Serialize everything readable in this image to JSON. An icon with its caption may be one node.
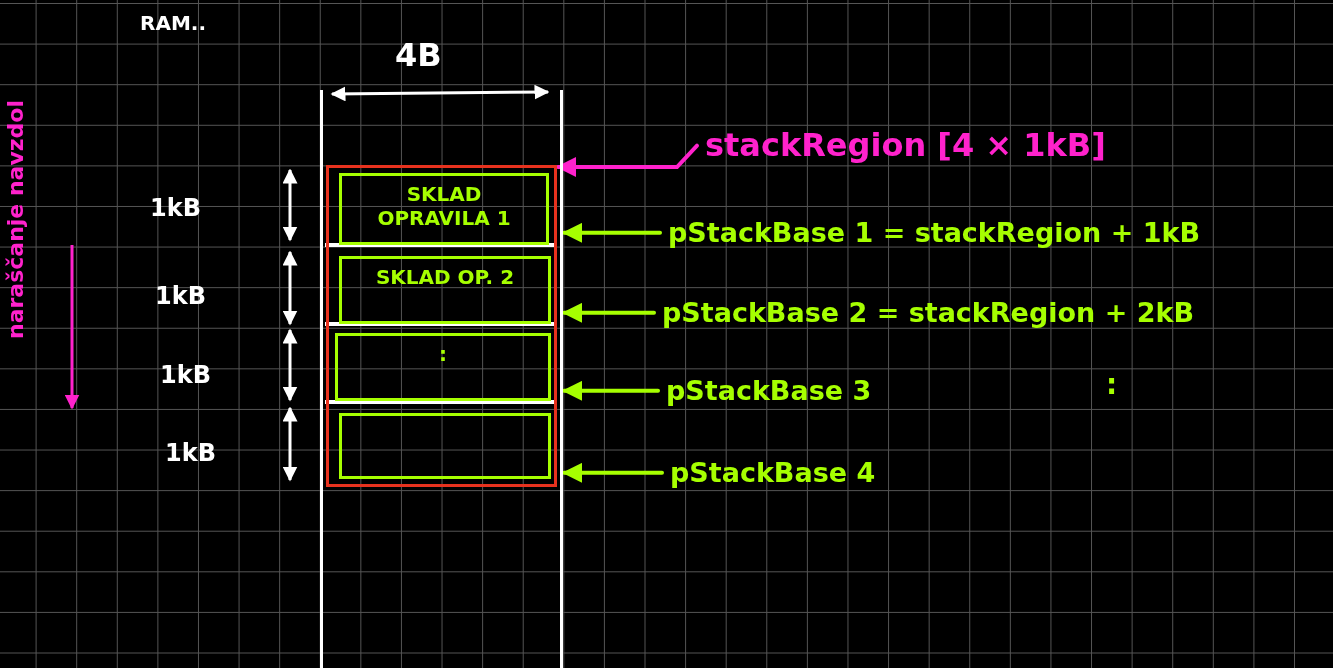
{
  "diagram": {
    "nodes": [
      {
        "text": [],
        "shape": "box"
      },
      {
        "text": [],
        "shape": "box",
        "in": 0
      },
      {
        "text": [
          "SKLAD OPRAVILA 1"
        ],
        "in": 1
      },
      {
        "text": [
          "SKLAD OP. 2"
        ],
        "in": 1
      },
      {
        "text": [
          ":"
        ],
        "in": 1
      },
      {
        "text": [],
        "shape": "box",
        "in": 1
      },
      {
        "text": [
          "stackRegion [4 × 1kB]"
        ]
      },
      {
        "text": [
          "pStackBase 1 = stackRegion + 1kB"
        ]
      },
      {
        "text": [
          "pStackBase 2 = stackRegion + 2kB"
        ]
      },
      {
        "text": [
          "pStackBase 3"
        ]
      },
      {
        "text": [
          "pStackBase 4"
        ]
      }
    ],
    "edges": [
      {
        "from": 6,
        "to": 1,
        "arrow": "to",
        "color": "#ff22cc"
      },
      {
        "from": 7,
        "to": 0,
        "arrow": "to"
      },
      {
        "from": 8,
        "to": 0,
        "arrow": "to"
      },
      {
        "from": 9,
        "to": 0,
        "arrow": "to"
      },
      {
        "from": 10,
        "to": 0,
        "arrow": "to"
      }
    ],
    "labels": [
      "RAM..",
      "4B",
      "naraščanje navzdol",
      "1kB",
      "1kB",
      "1kB",
      "1kB",
      ":"
    ]
  }
}
